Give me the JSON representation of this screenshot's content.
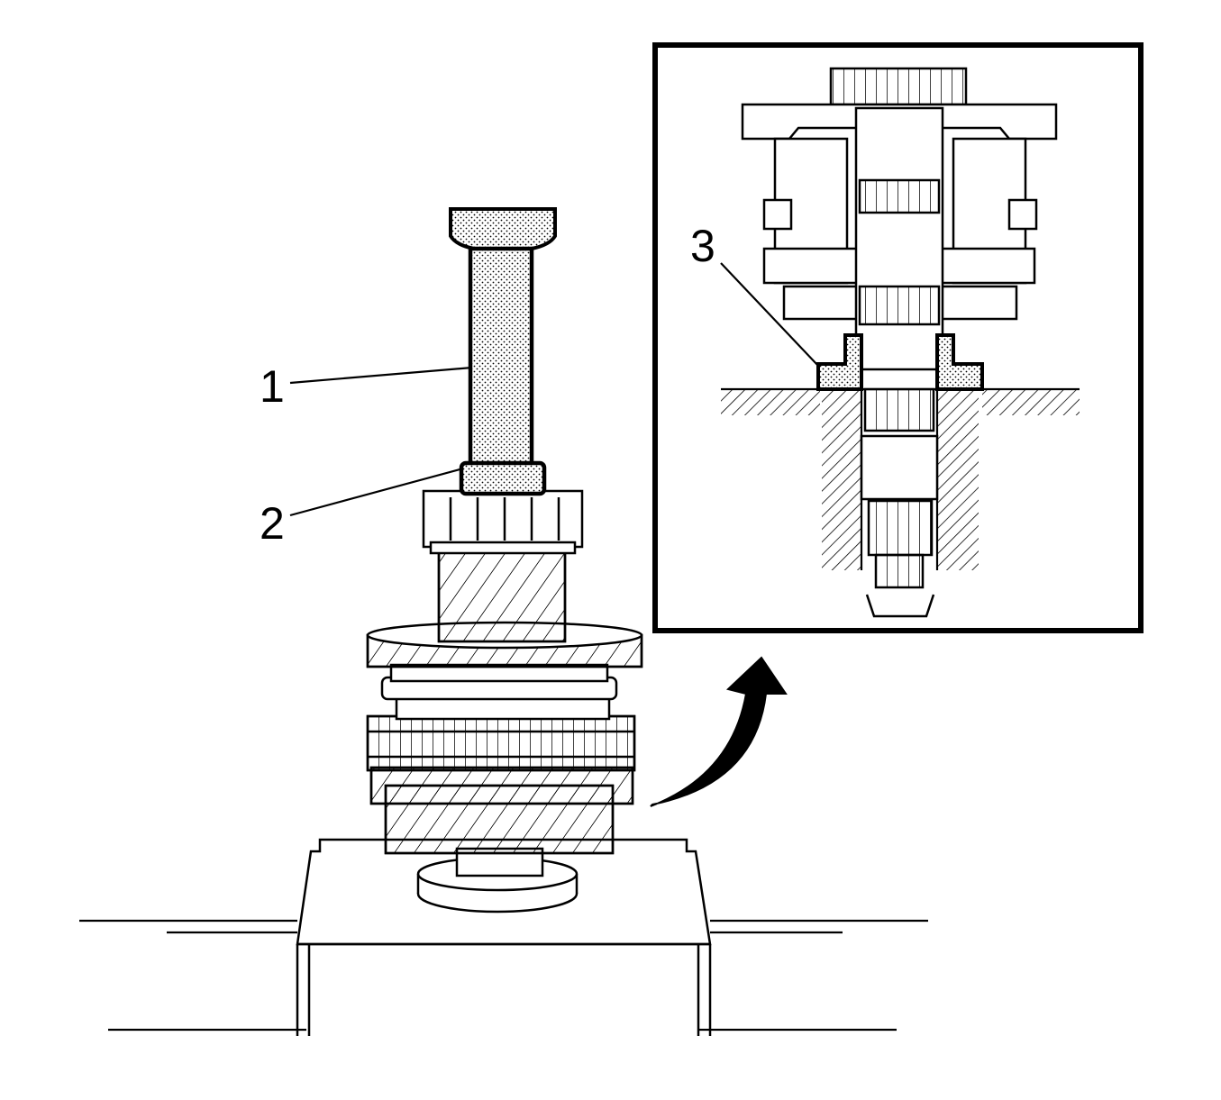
{
  "callouts": {
    "one": "1",
    "two": "2",
    "three": "3"
  },
  "colors": {
    "ink": "#000000",
    "paper": "#ffffff",
    "stipple": "#c8c8c8"
  }
}
